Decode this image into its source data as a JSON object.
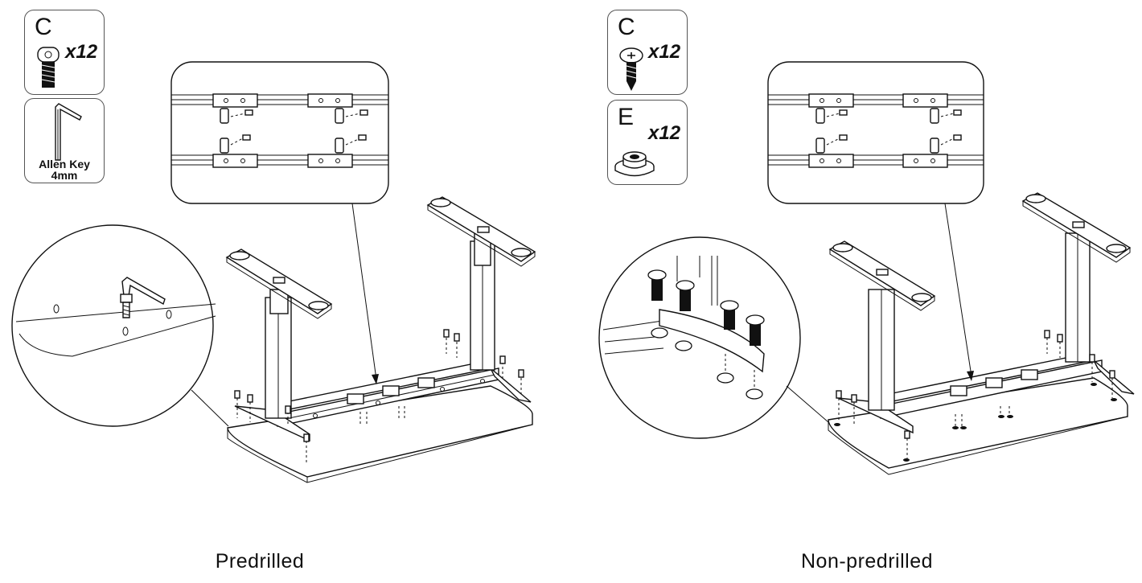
{
  "left": {
    "part_c": {
      "letter": "C",
      "qty": "x12"
    },
    "allen_key": {
      "label_line1": "Allen Key",
      "label_line2": "4mm"
    },
    "caption": "Predrilled"
  },
  "right": {
    "part_c": {
      "letter": "C",
      "qty": "x12"
    },
    "part_e": {
      "letter": "E",
      "qty": "x12"
    },
    "caption": "Non-predrilled"
  },
  "icons": [
    "hex-socket-screw-icon",
    "allen-key-icon",
    "phillips-screw-icon",
    "flange-nut-icon"
  ]
}
